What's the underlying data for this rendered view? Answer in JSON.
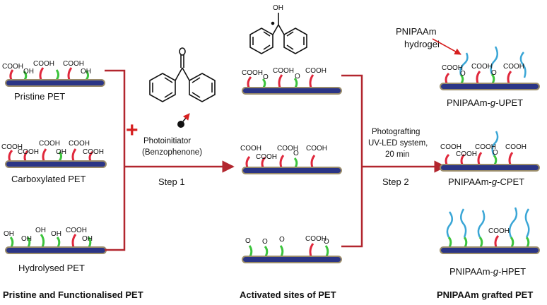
{
  "columns": {
    "left_title": "Pristine and Functionalised PET",
    "middle_title": "Activated sites of PET",
    "right_title": "PNIPAAm grafted PET"
  },
  "left": {
    "pristine": {
      "label": "Pristine PET",
      "groups": [
        "COOH",
        "OH",
        "COOH",
        "COOH",
        "OH"
      ]
    },
    "carboxylated": {
      "label": "Carboxylated PET",
      "groups": [
        "COOH",
        "COOH",
        "COOH",
        "OH",
        "COOH",
        "COOH"
      ]
    },
    "hydrolysed": {
      "label": "Hydrolysed PET",
      "groups": [
        "OH",
        "OH",
        "OH",
        "OH",
        "COOH",
        "OH"
      ]
    }
  },
  "step1": {
    "plus": "+",
    "reagent_line1": "Photoinitiator",
    "reagent_line2": "(Benzophenone)",
    "label": "Step 1"
  },
  "middle": {
    "radical_top": "OH",
    "row1": [
      "COOH",
      "O",
      "COOH",
      "O",
      "COOH"
    ],
    "row2": [
      "COOH",
      "COOH",
      "COOH",
      "O",
      "COOH"
    ],
    "row3": [
      "O",
      "O",
      "O",
      "COOH",
      "O"
    ]
  },
  "step2": {
    "line1": "Photografting",
    "line2": "UV-LED system,",
    "line3": "20 min",
    "label": "Step 2"
  },
  "right": {
    "hydrogel_label1": "PNIPAAm",
    "hydrogel_label2": "hydrogel",
    "upet": {
      "prefix": "PNIPAAm-",
      "g": "g",
      "suffix": "-UPET",
      "groups": [
        "COOH",
        "O",
        "COOH",
        "O",
        "COOH"
      ]
    },
    "cpet": {
      "prefix": "PNIPAAm-",
      "g": "g",
      "suffix": "-CPET",
      "groups": [
        "COOH",
        "COOH",
        "COOH",
        "O",
        "COOH"
      ]
    },
    "hpet": {
      "prefix": "PNIPAAm-",
      "g": "g",
      "suffix": "-HPET",
      "groups": [
        "COOH"
      ]
    }
  },
  "colors": {
    "bracket": "#b2262e",
    "arrow": "#b2262e",
    "plus": "#d62020",
    "red_chain": "#e0283c",
    "green_chain": "#3cc43c",
    "blue_chain": "#3aa6d6",
    "substrate_fill": "#2b3586",
    "substrate_edge": "#9a8c6a"
  }
}
